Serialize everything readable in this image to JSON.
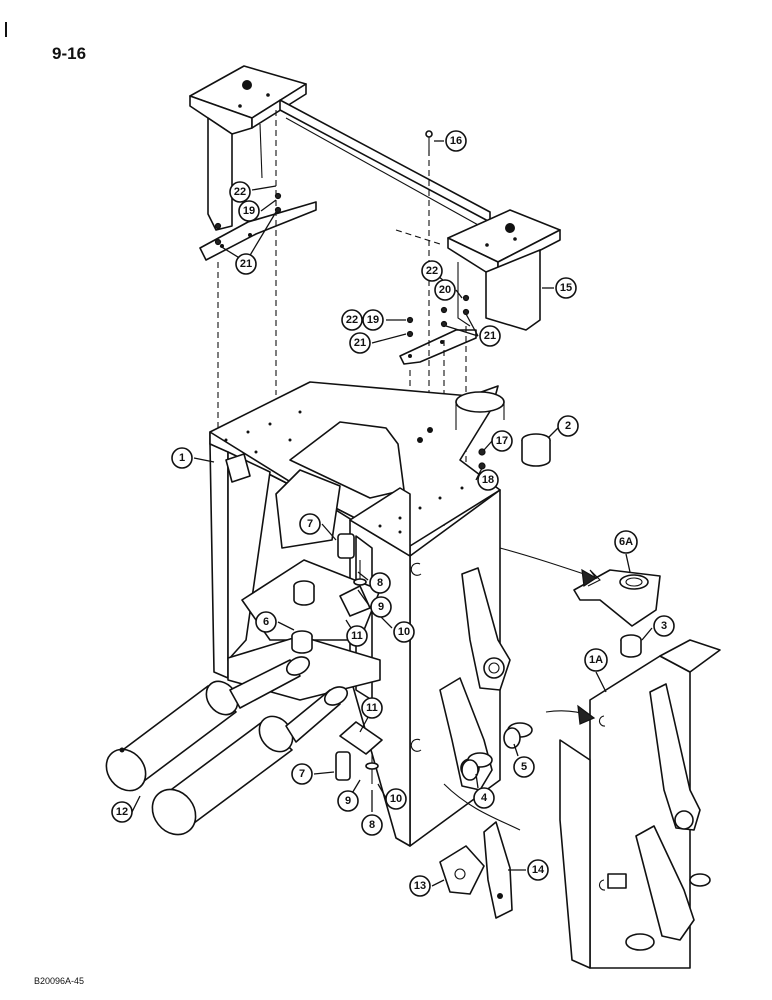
{
  "page_number": "9-16",
  "document_code": "B20096A-45",
  "callouts": [
    {
      "label": "1"
    },
    {
      "label": "1A"
    },
    {
      "label": "2"
    },
    {
      "label": "3"
    },
    {
      "label": "4"
    },
    {
      "label": "5"
    },
    {
      "label": "6"
    },
    {
      "label": "6A"
    },
    {
      "label": "7"
    },
    {
      "label": "7"
    },
    {
      "label": "8"
    },
    {
      "label": "8"
    },
    {
      "label": "9"
    },
    {
      "label": "9"
    },
    {
      "label": "10"
    },
    {
      "label": "10"
    },
    {
      "label": "11"
    },
    {
      "label": "11"
    },
    {
      "label": "12"
    },
    {
      "label": "13"
    },
    {
      "label": "14"
    },
    {
      "label": "15"
    },
    {
      "label": "16"
    },
    {
      "label": "17"
    },
    {
      "label": "18"
    },
    {
      "label": "19"
    },
    {
      "label": "19"
    },
    {
      "label": "20"
    },
    {
      "label": "21"
    },
    {
      "label": "21"
    },
    {
      "label": "21"
    },
    {
      "label": "22"
    },
    {
      "label": "22"
    },
    {
      "label": "22"
    }
  ]
}
